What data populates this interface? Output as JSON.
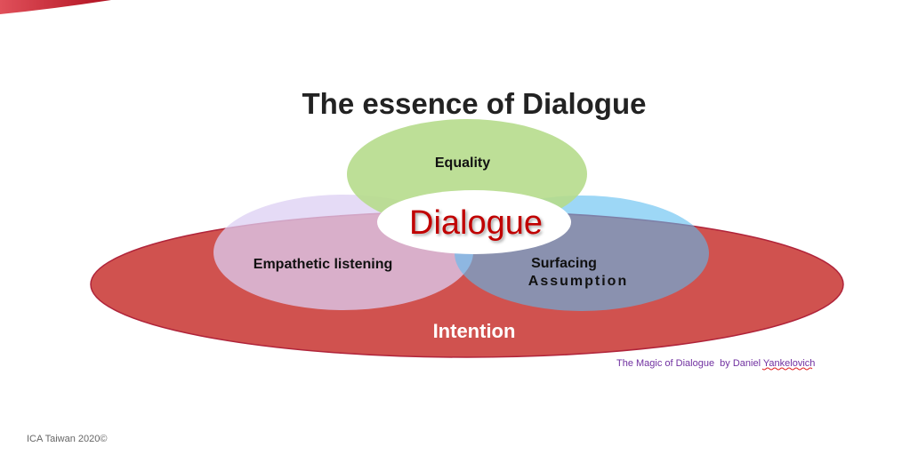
{
  "title": "The essence of Dialogue",
  "circles": {
    "center": "Dialogue",
    "top": "Equality",
    "left": "Empathetic listening",
    "right_line1": "Surfacing",
    "right_line2": "Assumption",
    "base": "Intention"
  },
  "source": "The Magic of Dialogue  by Daniel Yankelovich",
  "footer": "ICA Taiwan 2020©",
  "colors": {
    "intention": "#d0524f",
    "empathy": "#dccff3",
    "surfacing": "#5cbdf0",
    "equality": "#b6dc8c",
    "dialogue_text": "#c00000"
  }
}
